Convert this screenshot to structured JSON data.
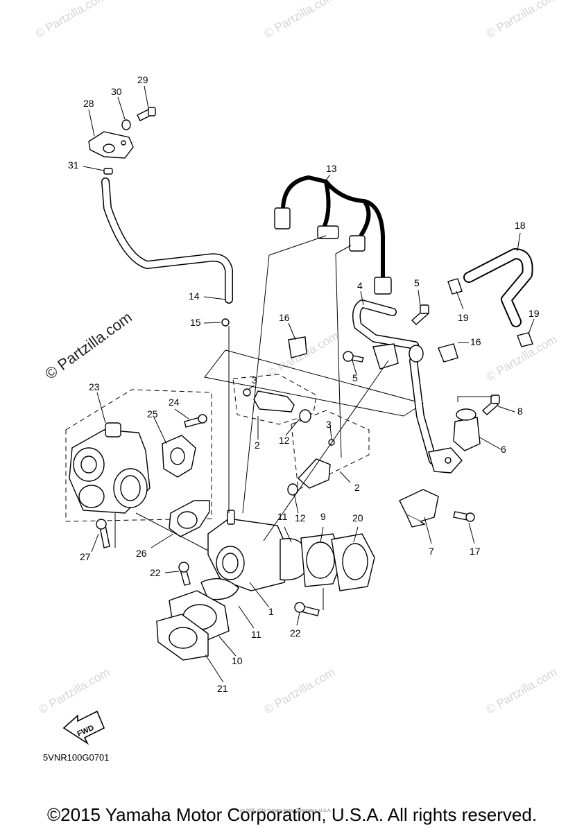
{
  "watermark": {
    "text": "© Partzilla.com",
    "main_text": "© Partzilla.com"
  },
  "callouts": {
    "n1": "1",
    "n2": "2",
    "n3": "3",
    "n4": "4",
    "n5": "5",
    "n6": "6",
    "n7": "7",
    "n8": "8",
    "n9": "9",
    "n10": "10",
    "n11": "11",
    "n12": "12",
    "n13": "13",
    "n14": "14",
    "n15": "15",
    "n16": "16",
    "n17": "17",
    "n18": "18",
    "n19": "19",
    "n20": "20",
    "n21": "21",
    "n22": "22",
    "n23": "23",
    "n24": "24",
    "n25": "25",
    "n26": "26",
    "n27": "27",
    "n28": "28",
    "n29": "29",
    "n30": "30",
    "n31": "31"
  },
  "fwd_label": "FWD",
  "drawing_code": "5VNR100G0701",
  "small_print": "(c) 2005-2016 Yamaha Motor Corporation, U.S.A.",
  "footer": "©2015 Yamaha Motor Corporation, U.S.A. All rights reserved."
}
